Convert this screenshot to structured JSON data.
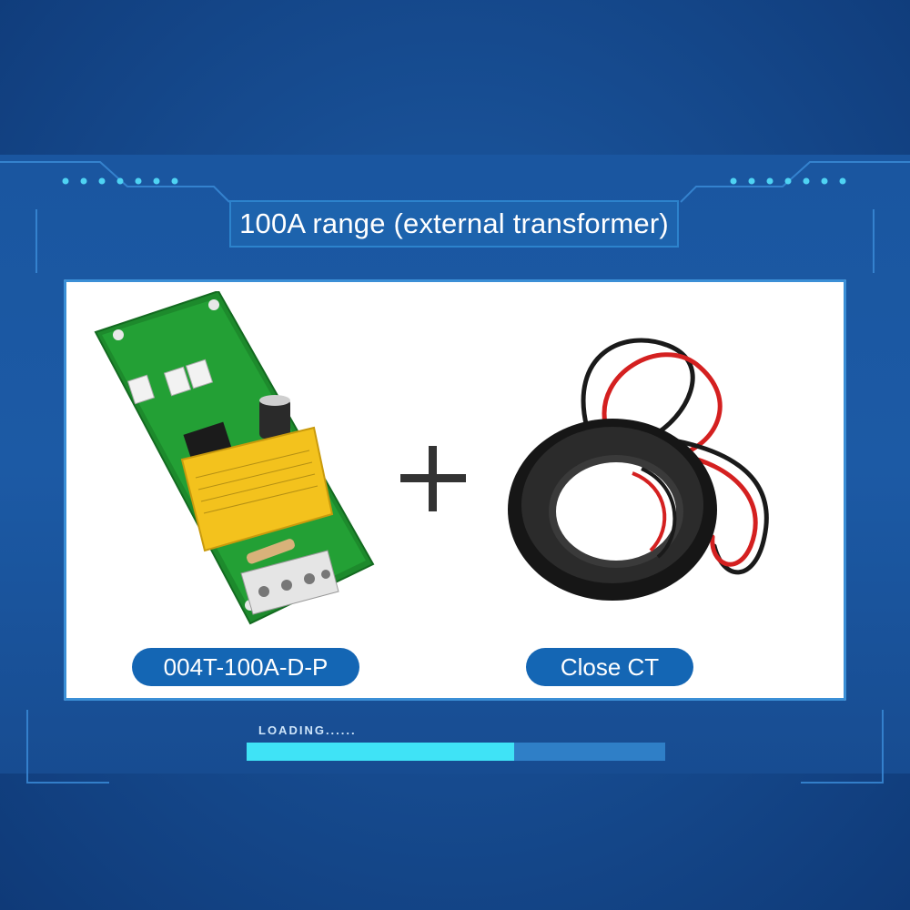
{
  "header": {
    "title": "100A range (external transformer)"
  },
  "products": [
    {
      "label": "004T-100A-D-P",
      "icon": "pcb-module-icon"
    },
    {
      "label": "Close CT",
      "icon": "current-transformer-icon"
    }
  ],
  "loading": {
    "label": "LOADING......",
    "progress": 0.64
  },
  "colors": {
    "background": "#174d92",
    "accent_cyan": "#3fe3f6",
    "pill": "#1466b4",
    "panel": "#ffffff"
  }
}
